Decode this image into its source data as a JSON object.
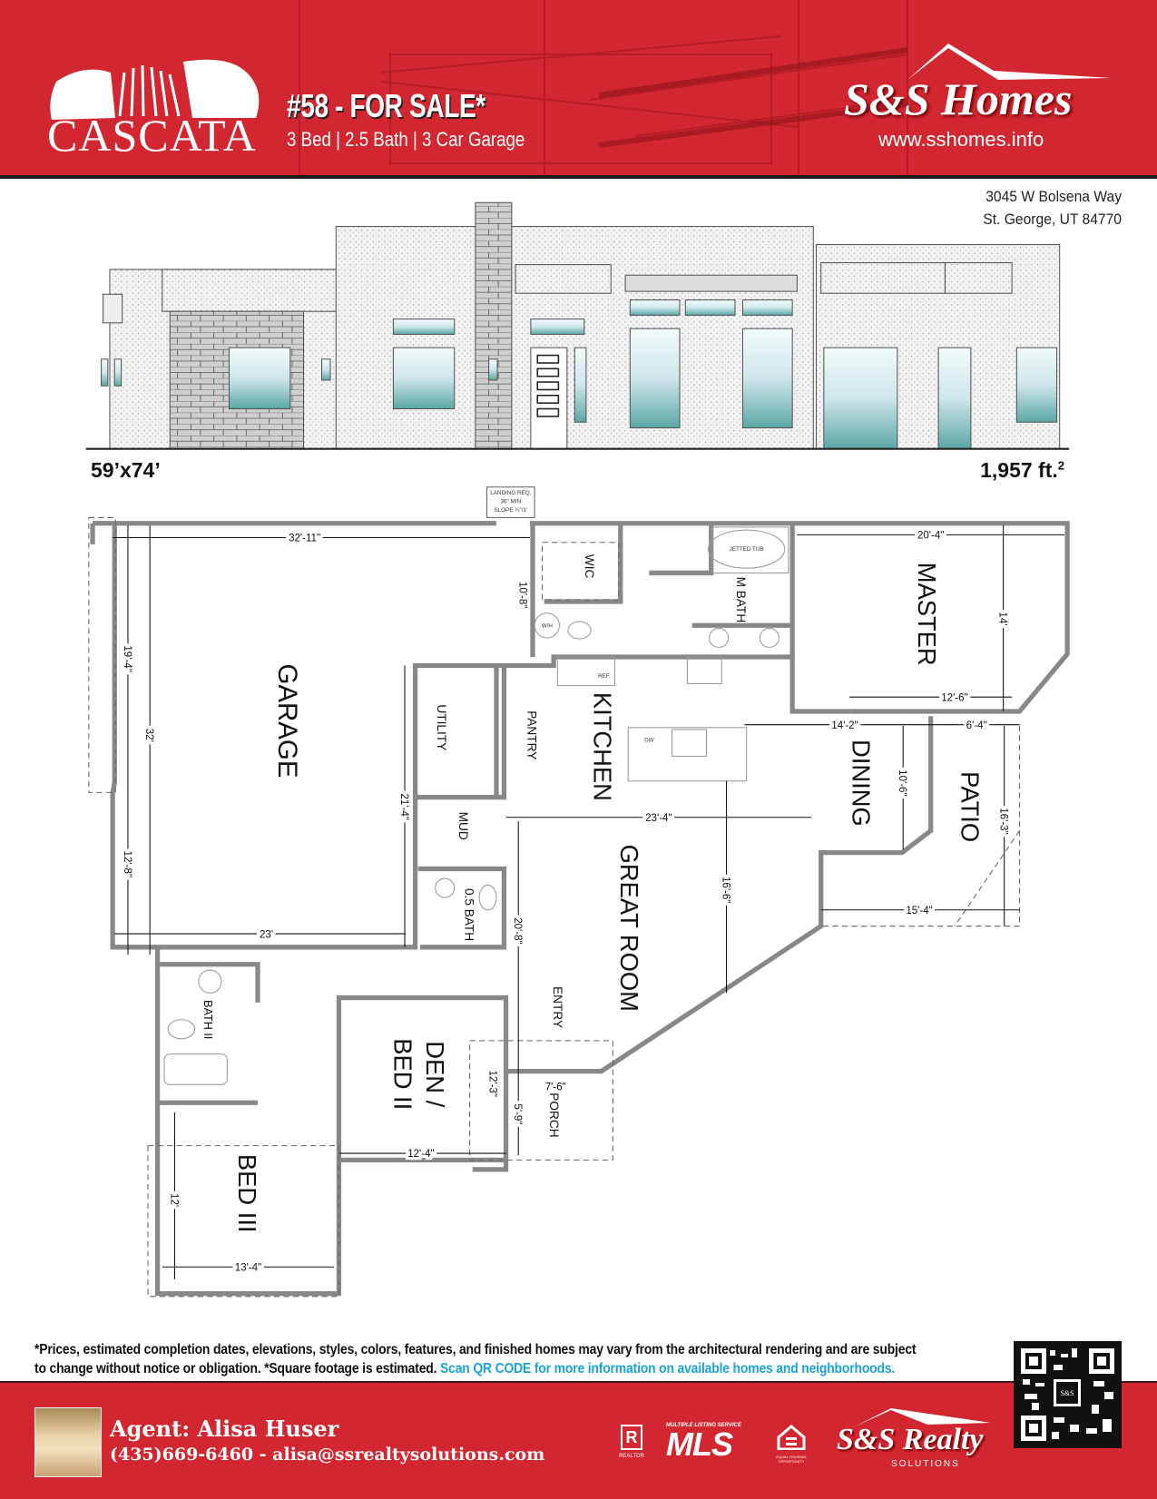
{
  "header": {
    "community_logo": "CASCATA",
    "listing_title": "#58 - FOR SALE*",
    "listing_subtitle": "3 Bed | 2.5 Bath | 3 Car Garage",
    "builder_logo": "S&S Homes",
    "website": "www.sshomes.info",
    "brand_color": "#d22630"
  },
  "address": {
    "line1": "3045 W Bolsena Way",
    "line2": "St. George, UT 84770"
  },
  "stats": {
    "lot_size": "59’x74’",
    "square_feet": "1,957 ft.",
    "square_feet_sup": "2"
  },
  "plan": {
    "rooms": {
      "garage": "GARAGE",
      "utility": "UTILITY",
      "pantry": "PANTRY",
      "kitchen": "KITCHEN",
      "mud": "MUD",
      "half_bath": "0.5 BATH",
      "wic": "WIC",
      "m_bath": "M BATH",
      "master": "MASTER",
      "dining": "DINING",
      "patio": "PATIO",
      "great_room": "GREAT ROOM",
      "entry": "ENTRY",
      "den_line1": "DEN /",
      "den_line2": "BED II",
      "porch": "PORCH",
      "bath_ii": "BATH II",
      "bed_iii": "BED III"
    },
    "fixtures": {
      "jetted_tub": "JETTED TUB",
      "ref": "REF.",
      "dw": "DW",
      "wh": "W/H"
    },
    "landing_note": [
      "LANDING REQ.",
      "36\" MIN",
      "SLOPE ¼\"/1'"
    ],
    "dims": [
      "32'-11\"",
      "19'-4\"",
      "32'",
      "12'-8\"",
      "23'",
      "21'-4\"",
      "10'-8\"",
      "20'-4\"",
      "14'",
      "12'-6\"",
      "14'-2\"",
      "6'-4\"",
      "10'-6\"",
      "16'-3\"",
      "23'-4\"",
      "16'-6\"",
      "15'-4\"",
      "20'-8\"",
      "12'-3\"",
      "7'-6\"",
      "5'-9\"",
      "12'-4\"",
      "12'",
      "13'-4\""
    ]
  },
  "disclaimer": {
    "text": "*Prices, estimated completion dates, elevations, styles, colors, features, and finished homes may vary from the architectural rendering and are subject to change without notice or obligation. *Square footage is estimated.",
    "cta": "Scan QR CODE for more information on available homes and neighborhoods.",
    "cta_color": "#1aa3d9"
  },
  "qr": {
    "center_label": "S&S"
  },
  "footer": {
    "agent": "Agent: Alisa Huser",
    "contact": "(435)669-6460 - alisa@ssrealtysolutions.com",
    "logos": {
      "realtor": "REALTOR",
      "mls_caption": "MULTIPLE LISTING SERVICE",
      "mls": "MLS",
      "eho": "EQUAL HOUSING OPPORTUNITY",
      "realty": "S&S Realty",
      "realty_sub": "SOLUTIONS"
    }
  }
}
